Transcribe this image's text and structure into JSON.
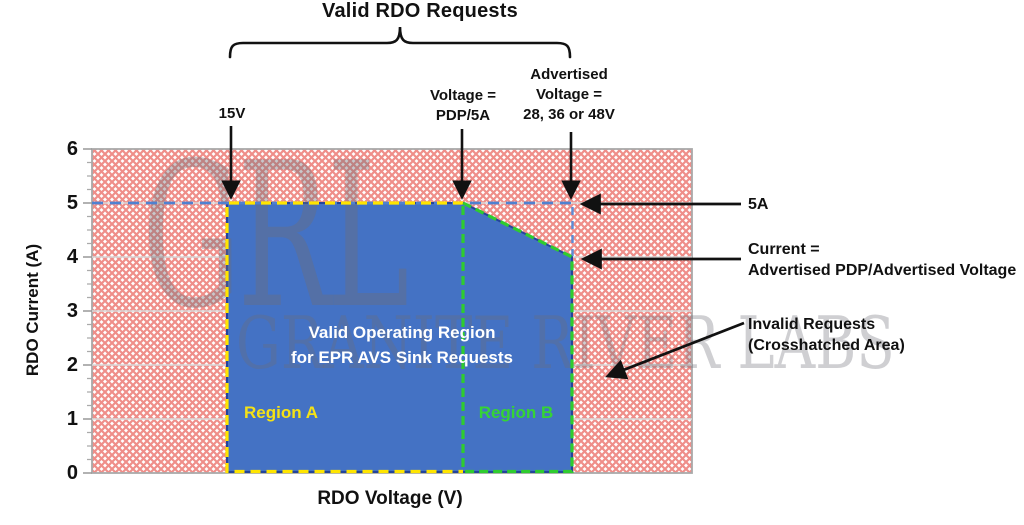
{
  "title": "Valid RDO Requests",
  "axes": {
    "y_label": "RDO Current (A)",
    "x_label": "RDO Voltage (V)",
    "y_ticks": [
      "6",
      "5",
      "4",
      "3",
      "2",
      "1",
      "0"
    ]
  },
  "callouts": {
    "v15": "15V",
    "pdp": [
      "Voltage =",
      "PDP/5A"
    ],
    "adv": [
      "Advertised",
      "Voltage =",
      "28, 36 or 48V"
    ],
    "five_a": "5A",
    "current": [
      "Current =",
      "Advertised PDP/Advertised Voltage"
    ],
    "invalid": [
      "Invalid Requests",
      "(Crosshatched Area)"
    ]
  },
  "regions": {
    "valid_label": [
      "Valid Operating Region",
      "for EPR AVS Sink Requests"
    ],
    "region_a": "Region A",
    "region_b": "Region B"
  },
  "watermark": {
    "short": "GRL",
    "full": "GRANITE RIVER LABS"
  },
  "colors": {
    "valid_region_fill": "#4472C4",
    "region_a_border": "#FFE500",
    "region_b_border": "#2FCC2F",
    "five_amp_guide": "#4F81D0",
    "invalid_hatch": "#EF8E89",
    "axis_gray": "#A9A9A9"
  },
  "chart_data": {
    "type": "area",
    "title": "Valid RDO Requests",
    "xlabel": "RDO Voltage (V)",
    "ylabel": "RDO Current (A)",
    "ylim": [
      0,
      6
    ],
    "y_ticks": [
      0,
      1,
      2,
      3,
      4,
      5,
      6
    ],
    "y_minor_tick_step": 0.25,
    "x_tick_labels": "none (symbolic voltages only)",
    "grid": "horizontal gridlines at each 1 A",
    "guide_line_current_A": 5,
    "valid_region_vertices": [
      {
        "x": "15V",
        "current_A": 5
      },
      {
        "x": "PDP/5A",
        "current_A": 5
      },
      {
        "x": "Advertised Voltage (28, 36 or 48V)",
        "current_A": 4
      },
      {
        "x": "Advertised Voltage (28, 36 or 48V)",
        "current_A": 0
      },
      {
        "x": "15V",
        "current_A": 0
      }
    ],
    "regions": [
      {
        "name": "Region A",
        "x_range": [
          "15V",
          "PDP/5A"
        ],
        "border": "yellow dashed"
      },
      {
        "name": "Region B",
        "x_range": [
          "PDP/5A",
          "Advertised Voltage"
        ],
        "border": "green dashed"
      }
    ],
    "annotations": [
      "Valid RDO Requests span 15V to Advertised Voltage (28, 36 or 48V)",
      "5A maximum current up to Voltage = PDP/5A",
      "Current = Advertised PDP/Advertised Voltage at top-right corner (4 A)",
      "Invalid Requests shown as crosshatched area"
    ],
    "legend_position": "none"
  }
}
